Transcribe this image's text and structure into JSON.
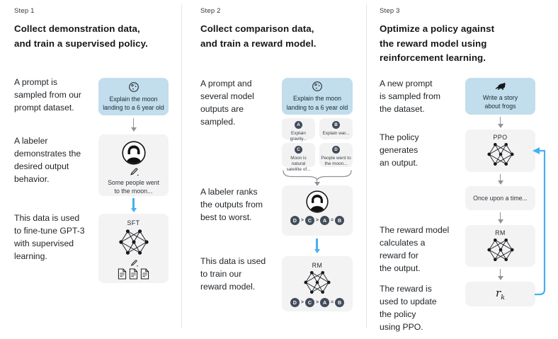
{
  "diagram": {
    "colors": {
      "accent_blue": "#45b0f2",
      "prompt_box_bg": "#c2ddec",
      "panel_bg": "#f3f3f4",
      "chip_bg": "#424c59",
      "arrow_gray": "#8e939a",
      "text": "#212529"
    },
    "columns": [
      {
        "step": "Step 1",
        "title": "Collect demonstration data,\nand train a supervised policy.",
        "paragraphs": [
          "A prompt is\nsampled from our\nprompt dataset.",
          "A labeler\ndemonstrates the\ndesired output\nbehavior.",
          "This data is used\nto fine-tune GPT-3\nwith supervised\nlearning."
        ],
        "prompt_box": {
          "icon": "moon-icon",
          "text": "Explain the moon\nlanding to a 6 year old"
        },
        "labeler_box": {
          "icon": "labeler-avatar",
          "text": "Some people went\nto the moon..."
        },
        "model_box": {
          "label": "SFT",
          "icons": [
            "network-icon",
            "pencil-icon",
            "documents-icon"
          ]
        }
      },
      {
        "step": "Step 2",
        "title": "Collect comparison data,\nand train a reward model.",
        "paragraphs": [
          "A prompt and\nseveral model\noutputs are\nsampled.",
          "A labeler ranks\nthe outputs from\nbest to worst.",
          "This data is used\nto train our\nreward model."
        ],
        "prompt_box": {
          "icon": "moon-icon",
          "text": "Explain the moon\nlanding to a 6 year old"
        },
        "cards": [
          {
            "key": "A",
            "text": "Explain gravity..."
          },
          {
            "key": "B",
            "text": "Explain war..."
          },
          {
            "key": "C",
            "text": "Moon is natural\nsatellite of..."
          },
          {
            "key": "D",
            "text": "People went to\nthe moon..."
          }
        ],
        "ranking": [
          "D",
          ">",
          "C",
          ">",
          "A",
          "=",
          "B"
        ],
        "labeler_box": {
          "icon": "labeler-avatar"
        },
        "model_box": {
          "label": "RM",
          "icons": [
            "network-icon"
          ]
        }
      },
      {
        "step": "Step 3",
        "title": "Optimize a policy against\nthe reward model using\nreinforcement learning.",
        "paragraphs": [
          "A new prompt\nis sampled from\nthe dataset.",
          "The policy\ngenerates\nan output.",
          "The reward model\ncalculates a\nreward for\nthe output.",
          "The reward is\nused to update\nthe policy\nusing PPO."
        ],
        "prompt_box": {
          "icon": "frog-icon",
          "text": "Write a story\nabout frogs"
        },
        "policy_box": {
          "label": "PPO",
          "icons": [
            "network-icon"
          ]
        },
        "output_box": {
          "text": "Once upon a time..."
        },
        "reward_model_box": {
          "label": "RM",
          "icons": [
            "network-icon"
          ]
        },
        "reward_box": {
          "base": "r",
          "sub": "k"
        }
      }
    ]
  }
}
